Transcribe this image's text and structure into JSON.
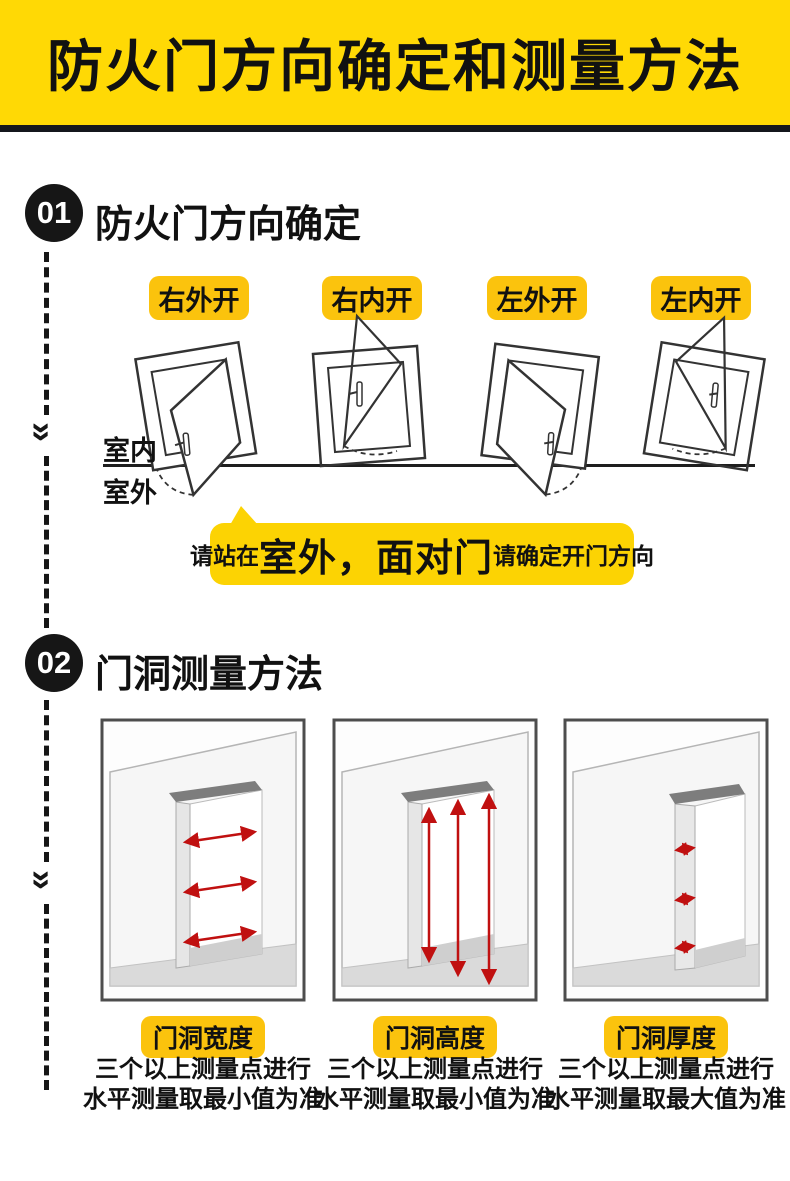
{
  "banner": {
    "title": "防火门方向确定和测量方法",
    "bg": "#FFD905",
    "fg": "#111111"
  },
  "section1": {
    "number": "01",
    "title": "防火门方向确定",
    "door_labels": [
      "右外开",
      "右内开",
      "左外开",
      "左内开"
    ],
    "indoor_label": "室内",
    "outdoor_label": "室外",
    "tip": {
      "prefix": "请站在",
      "highlight": "室外，面对门",
      "suffix": "请确定开门方向"
    }
  },
  "section2": {
    "number": "02",
    "title": "门洞测量方法",
    "items": [
      {
        "label": "门洞宽度",
        "line1": "三个以上测量点进行",
        "line2": "水平测量取最小值为准"
      },
      {
        "label": "门洞高度",
        "line1": "三个以上测量点进行",
        "line2": "水平测量取最小值为准"
      },
      {
        "label": "门洞厚度",
        "line1": "三个以上测量点进行",
        "line2": "水平测量取最大值为准"
      }
    ]
  },
  "icons": {
    "double_chevron_down": "»"
  },
  "colors": {
    "banner_yellow": "#FFD905",
    "badge_yellow": "#FBC30D",
    "bubble_yellow": "#FCD303",
    "arrow_red": "#C01010",
    "ink": "#111111",
    "circle_black": "#161616",
    "wall_gray": "#F6F6F6",
    "floor_gray": "#DADADA",
    "lintel_gray": "#7D7D7D"
  }
}
